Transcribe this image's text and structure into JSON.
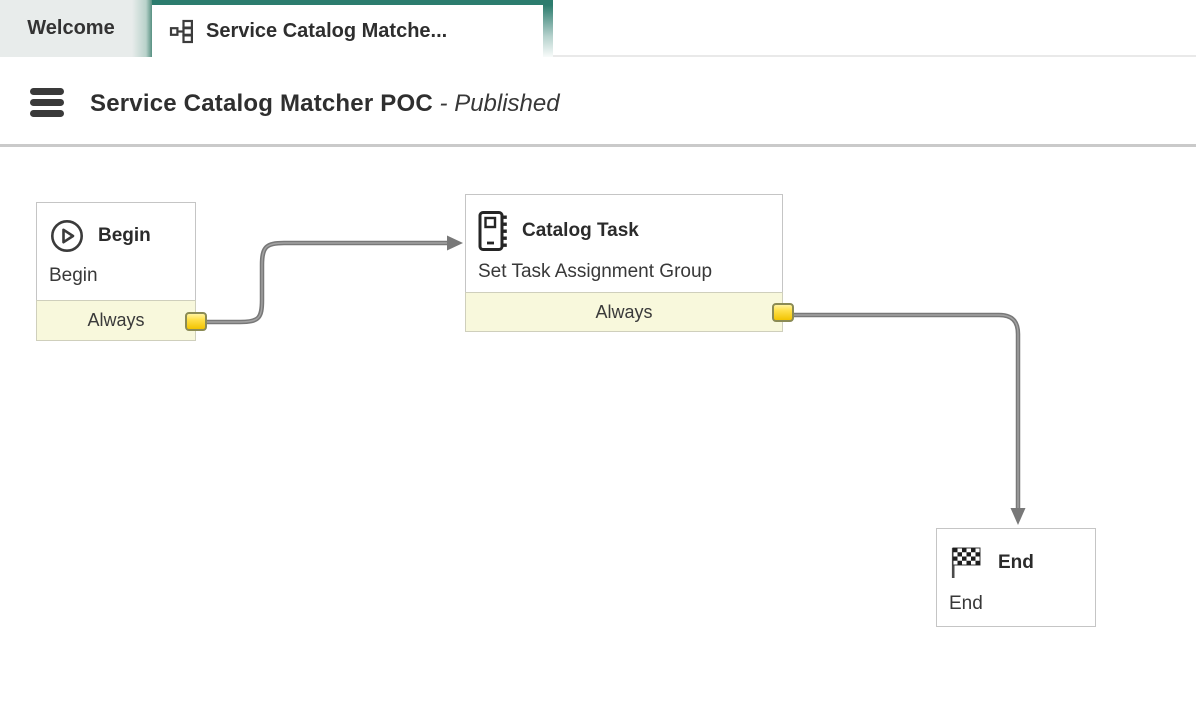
{
  "tab_bar": {
    "welcome_tab": {
      "label": "Welcome"
    },
    "active_tab": {
      "label": "Service Catalog Matche...",
      "icon": "workflow-icon"
    }
  },
  "header": {
    "menu_icon": "hamburger-icon",
    "title": "Service Catalog Matcher POC",
    "status": "- Published"
  },
  "canvas": {
    "nodes": [
      {
        "id": "begin",
        "icon": "play-icon",
        "title": "Begin",
        "subtitle": "Begin",
        "transition": "Always"
      },
      {
        "id": "catalog-task",
        "icon": "catalog-book-icon",
        "title": "Catalog Task",
        "subtitle": "Set Task Assignment Group",
        "transition": "Always"
      },
      {
        "id": "end",
        "icon": "checkered-flag-icon",
        "title": "End",
        "subtitle": "End"
      }
    ],
    "connections": [
      {
        "from": "begin",
        "from_transition": "Always",
        "to": "catalog-task"
      },
      {
        "from": "catalog-task",
        "from_transition": "Always",
        "to": "end"
      }
    ]
  },
  "colors": {
    "accent_teal": "#2c7c6e",
    "transition_bg": "#f8f8dc",
    "connector_yellow": "#f2c300",
    "line_gray": "#7a7a7a"
  }
}
